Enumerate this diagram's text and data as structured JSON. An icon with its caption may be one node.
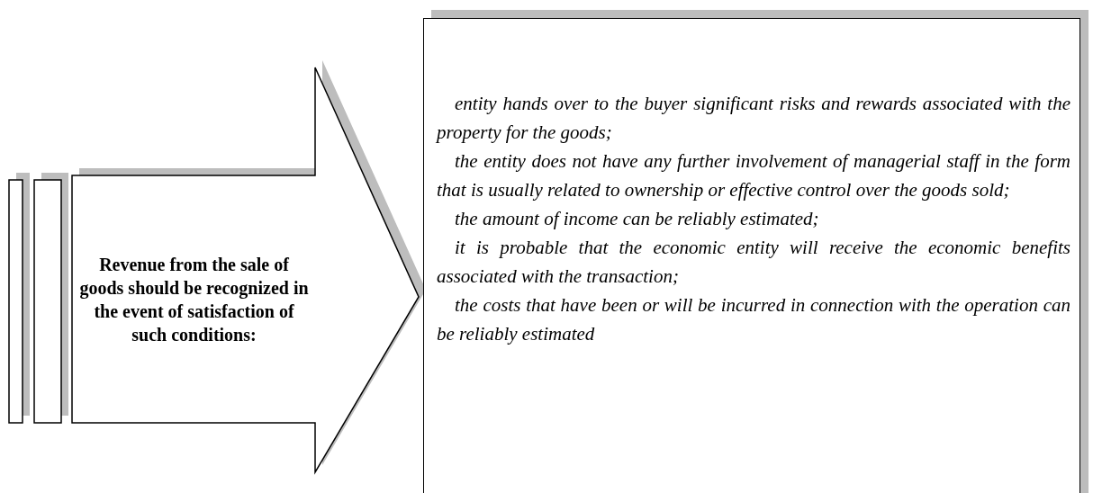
{
  "diagram": {
    "nodes": [
      {
        "text": [
          "Revenue from the sale of goods should be recognized in the event of satisfaction of such conditions:"
        ]
      },
      {
        "text": [
          "entity hands over to the buyer significant risks and rewards associated with the property for the goods;",
          "the entity does not have any further involvement of managerial staff in the form that is usually related to ownership or effective control over the goods sold;",
          "the amount of income can be reliably estimated;",
          "it is probable that the economic entity will receive the economic benefits associated with the transaction;",
          "the costs that have been or will be incurred in connection with the operation can be reliably estimated"
        ]
      }
    ]
  }
}
